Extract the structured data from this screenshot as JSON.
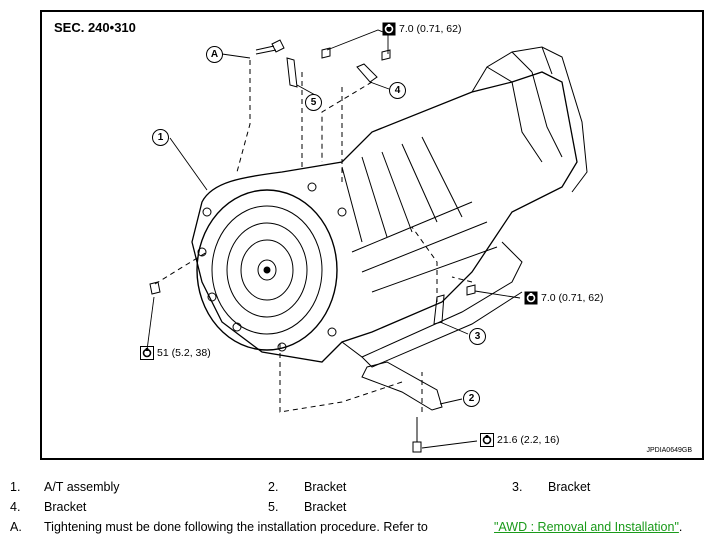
{
  "diagram": {
    "section": "SEC. 240•310",
    "image_code": "JPDIA0649GB",
    "callouts": [
      "1",
      "2",
      "3",
      "4",
      "5",
      "A"
    ],
    "torques": {
      "top": "7.0 (0.71, 62)",
      "right": "7.0 (0.71, 62)",
      "left": "51 (5.2, 38)",
      "bottom": "21.6 (2.2, 16)"
    },
    "icon": "torque-wrench-icon"
  },
  "legend": {
    "items": [
      {
        "num": "1.",
        "label": "A/T assembly"
      },
      {
        "num": "2.",
        "label": "Bracket"
      },
      {
        "num": "3.",
        "label": "Bracket"
      },
      {
        "num": "4.",
        "label": "Bracket"
      },
      {
        "num": "5.",
        "label": "Bracket"
      }
    ],
    "note": {
      "num": "A.",
      "text": "Tightening must be done following the installation procedure. Refer to",
      "link": "\"AWD : Removal and Installation\"",
      "suffix": "."
    }
  }
}
